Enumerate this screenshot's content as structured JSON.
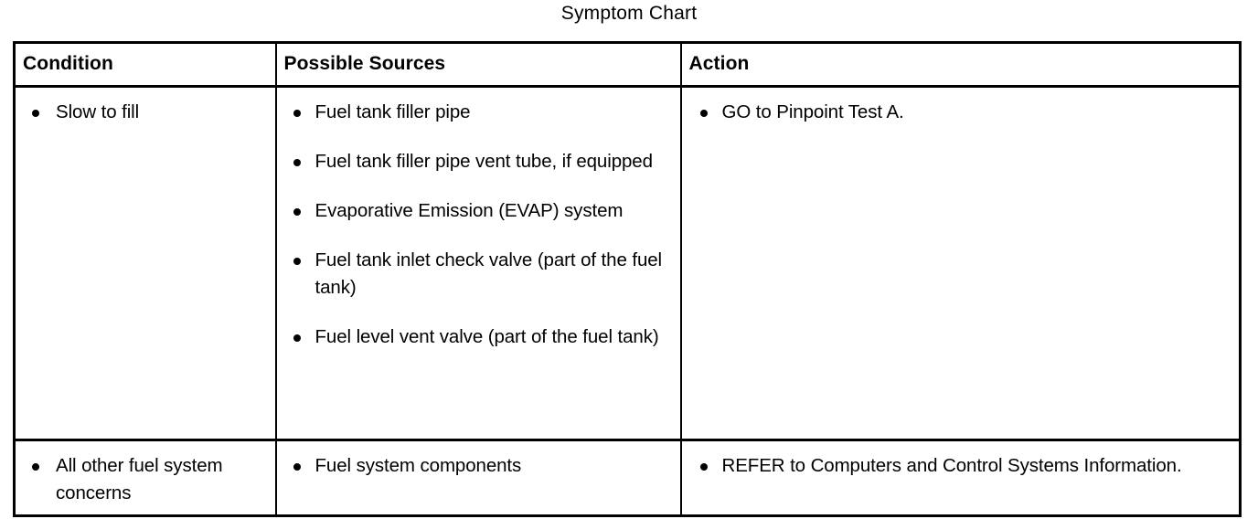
{
  "title": "Symptom Chart",
  "table": {
    "headers": [
      "Condition",
      "Possible Sources",
      "Action"
    ],
    "rows": [
      {
        "condition": [
          "Slow to fill"
        ],
        "possible_sources": [
          "Fuel tank filler pipe",
          "Fuel tank filler pipe vent tube, if equipped",
          "Evaporative Emission (EVAP) system",
          "Fuel tank inlet check valve (part of the fuel tank)",
          "Fuel level vent valve (part of the fuel tank)"
        ],
        "action": [
          "GO to Pinpoint Test A."
        ]
      },
      {
        "condition": [
          "All other fuel system concerns"
        ],
        "possible_sources": [
          "Fuel system components"
        ],
        "action": [
          "REFER to Computers and Control Systems Information."
        ]
      }
    ]
  }
}
